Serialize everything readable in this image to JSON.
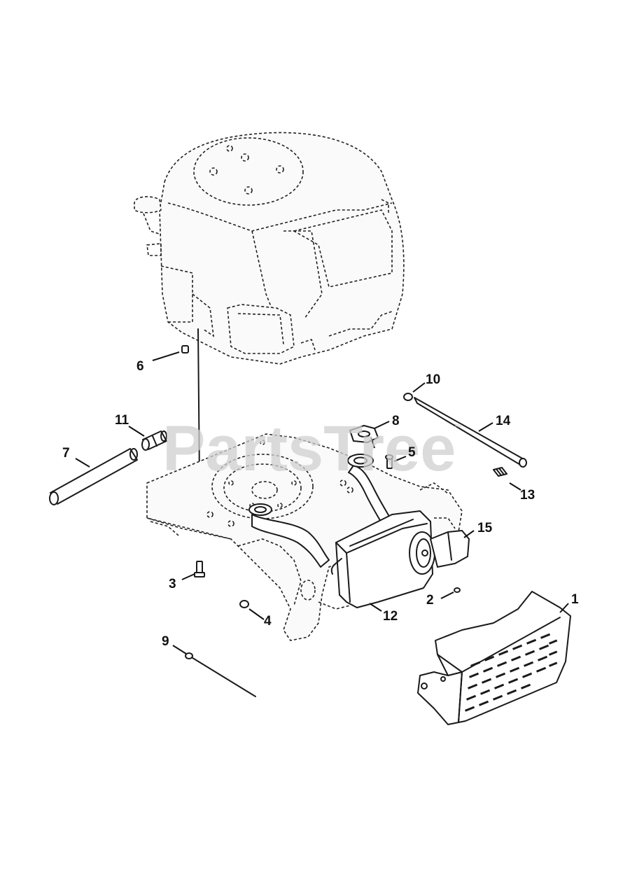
{
  "watermark": {
    "text": "PartsTree",
    "trademark": "™"
  },
  "callouts": [
    {
      "id": "1",
      "label": "1"
    },
    {
      "id": "2",
      "label": "2"
    },
    {
      "id": "3",
      "label": "3"
    },
    {
      "id": "4",
      "label": "4"
    },
    {
      "id": "5",
      "label": "5"
    },
    {
      "id": "6",
      "label": "6"
    },
    {
      "id": "7",
      "label": "7"
    },
    {
      "id": "8",
      "label": "8"
    },
    {
      "id": "9",
      "label": "9"
    },
    {
      "id": "10",
      "label": "10"
    },
    {
      "id": "11",
      "label": "11"
    },
    {
      "id": "12",
      "label": "12"
    },
    {
      "id": "13",
      "label": "13"
    },
    {
      "id": "14",
      "label": "14"
    },
    {
      "id": "15",
      "label": "15"
    }
  ]
}
